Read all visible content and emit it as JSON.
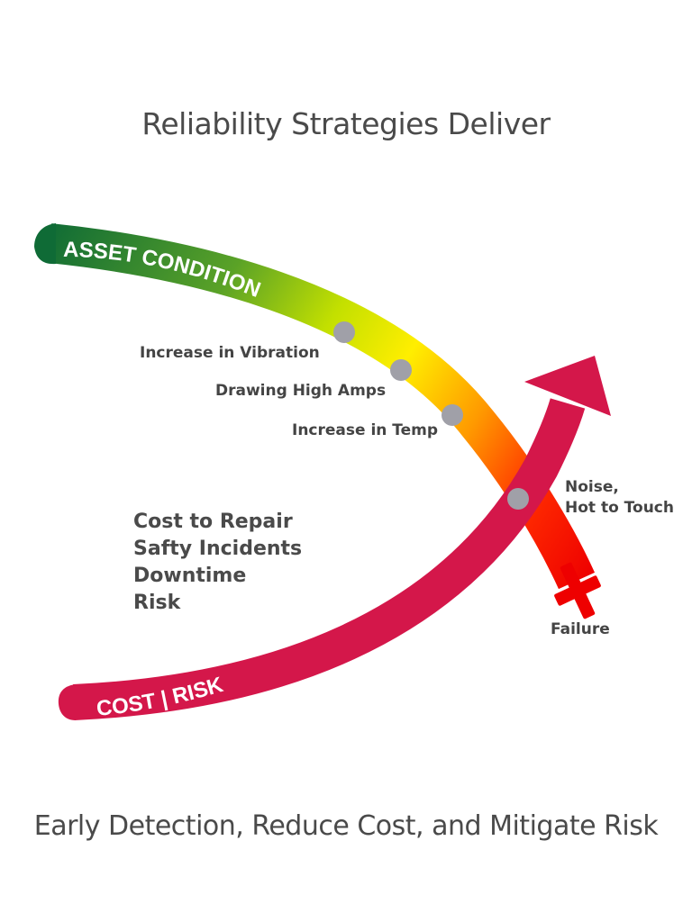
{
  "title": "Reliability Strategies Deliver",
  "subtitle": "Early Detection, Reduce Cost, and Mitigate Risk",
  "asset_curve": {
    "label": "ASSET CONDITION",
    "gradient_colors": [
      "#0f6b36",
      "#5aa227",
      "#c3e000",
      "#ffee00",
      "#ff9a00",
      "#ff2a00",
      "#ee0000"
    ]
  },
  "cost_curve": {
    "label": "COST | RISK",
    "color": "#d4174a"
  },
  "markers": {
    "dot_color": "#a0a0a8",
    "failure_color": "#ee0000"
  },
  "indicators": [
    {
      "text": "Increase in Vibration"
    },
    {
      "text": "Drawing High Amps"
    },
    {
      "text": "Increase in Temp"
    },
    {
      "text": "Noise,\nHot to Touch"
    }
  ],
  "failure_label": "Failure",
  "impacts": [
    "Cost to Repair",
    "Safty Incidents",
    "Downtime",
    "Risk"
  ]
}
